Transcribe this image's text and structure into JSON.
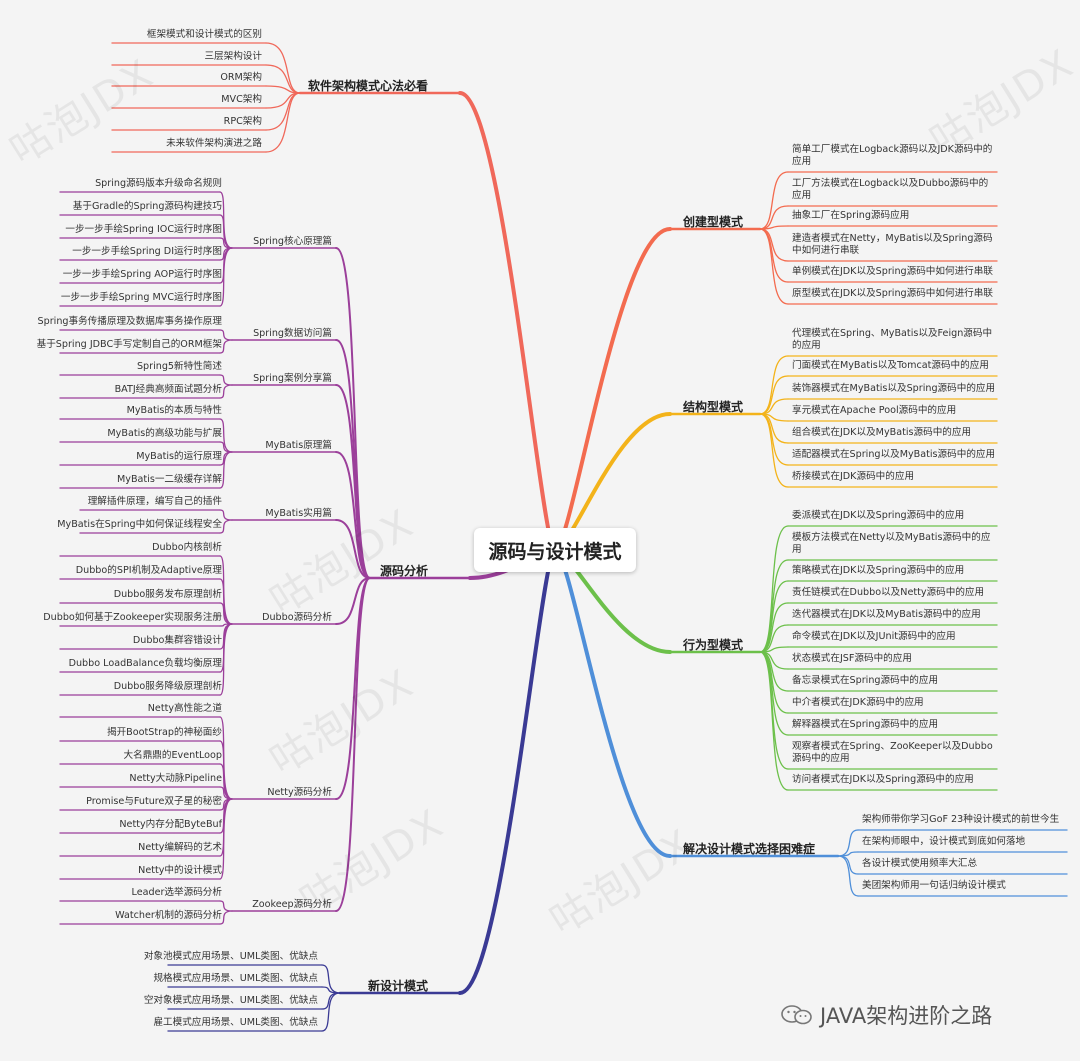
{
  "center_title": "源码与设计模式",
  "watermark": "咕泡JDX",
  "brand": "JAVA架构进阶之路",
  "colors": {
    "arch": "#f0685a",
    "creational": "#f36b4f",
    "structural": "#f3b31a",
    "behavioral": "#6cc04a",
    "decision": "#4f8fd9",
    "newpatterns": "#3a3a94",
    "source": "#9b3f9a"
  },
  "arch": {
    "title": "软件架构模式心法必看",
    "items": [
      "框架模式和设计模式的区别",
      "三层架构设计",
      "ORM架构",
      "MVC架构",
      "RPC架构",
      "未来软件架构演进之路"
    ]
  },
  "source": {
    "title": "源码分析",
    "groups": [
      {
        "title": "Spring核心原理篇",
        "items": [
          "Spring源码版本升级命名规则",
          "基于Gradle的Spring源码构建技巧",
          "一步一步手绘Spring IOC运行时序图",
          "一步一步手绘Spring DI运行时序图",
          "一步一步手绘Spring AOP运行时序图",
          "一步一步手绘Spring MVC运行时序图"
        ]
      },
      {
        "title": "Spring数据访问篇",
        "items": [
          "Spring事务传播原理及数据库事务操作原理",
          "基于Spring JDBC手写定制自己的ORM框架"
        ]
      },
      {
        "title": "Spring案例分享篇",
        "items": [
          "Spring5新特性简述",
          "BATJ经典高频面试题分析"
        ]
      },
      {
        "title": "MyBatis原理篇",
        "items": [
          "MyBatis的本质与特性",
          "MyBatis的高级功能与扩展",
          "MyBatis的运行原理",
          "MyBatis一二级缓存详解"
        ]
      },
      {
        "title": "MyBatis实用篇",
        "items": [
          "理解插件原理，编写自己的插件",
          "MyBatis在Spring中如何保证线程安全"
        ]
      },
      {
        "title": "Dubbo源码分析",
        "items": [
          "Dubbo内核剖析",
          "Dubbo的SPI机制及Adaptive原理",
          "Dubbo服务发布原理剖析",
          "Dubbo如何基于Zookeeper实现服务注册",
          "Dubbo集群容错设计",
          "Dubbo LoadBalance负载均衡原理",
          "Dubbo服务降级原理剖析"
        ]
      },
      {
        "title": "Netty源码分析",
        "items": [
          "Netty高性能之道",
          "揭开BootStrap的神秘面纱",
          "大名鼎鼎的EventLoop",
          "Netty大动脉Pipeline",
          "Promise与Future双子星的秘密",
          "Netty内存分配ByteBuf",
          "Netty编解码的艺术",
          "Netty中的设计模式"
        ]
      },
      {
        "title": "Zookeep源码分析",
        "items": [
          "Leader选举源码分析",
          "Watcher机制的源码分析"
        ]
      }
    ]
  },
  "newpatterns": {
    "title": "新设计模式",
    "items": [
      "对象池模式应用场景、UML类图、优缺点",
      "规格模式应用场景、UML类图、优缺点",
      "空对象模式应用场景、UML类图、优缺点",
      "雇工模式应用场景、UML类图、优缺点"
    ]
  },
  "creational": {
    "title": "创建型模式",
    "items": [
      "简单工厂模式在Logback源码以及JDK源码中的应用",
      "工厂方法模式在Logback以及Dubbo源码中的应用",
      "抽象工厂在Spring源码应用",
      "建造者模式在Netty，MyBatis以及Spring源码中如何进行串联",
      "单例模式在JDK以及Spring源码中如何进行串联",
      "原型模式在JDK以及Spring源码中如何进行串联"
    ]
  },
  "structural": {
    "title": "结构型模式",
    "items": [
      "代理模式在Spring、MyBatis以及Feign源码中的应用",
      "门面模式在MyBatis以及Tomcat源码中的应用",
      "装饰器模式在MyBatis以及Spring源码中的应用",
      "享元模式在Apache Pool源码中的应用",
      "组合模式在JDK以及MyBatis源码中的应用",
      "适配器模式在Spring以及MyBatis源码中的应用",
      "桥接模式在JDK源码中的应用"
    ]
  },
  "behavioral": {
    "title": "行为型模式",
    "items": [
      "委派模式在JDK以及Spring源码中的应用",
      "模板方法模式在Netty以及MyBatis源码中的应用",
      "策略模式在JDK以及Spring源码中的应用",
      "责任链模式在Dubbo以及Netty源码中的应用",
      "迭代器模式在JDK以及MyBatis源码中的应用",
      "命令模式在JDK以及JUnit源码中的应用",
      "状态模式在JSF源码中的应用",
      "备忘录模式在Spring源码中的应用",
      "中介者模式在JDK源码中的应用",
      "解释器模式在Spring源码中的应用",
      "观察者模式在Spring、ZooKeeper以及Dubbo源码中的应用",
      "访问者模式在JDK以及Spring源码中的应用"
    ]
  },
  "decision": {
    "title": "解决设计模式选择困难症",
    "items": [
      "架构师带你学习GoF 23种设计模式的前世今生",
      "在架构师眼中，设计模式到底如何落地",
      "各设计模式使用频率大汇总",
      "美团架构师用一句话归纳设计模式"
    ]
  }
}
